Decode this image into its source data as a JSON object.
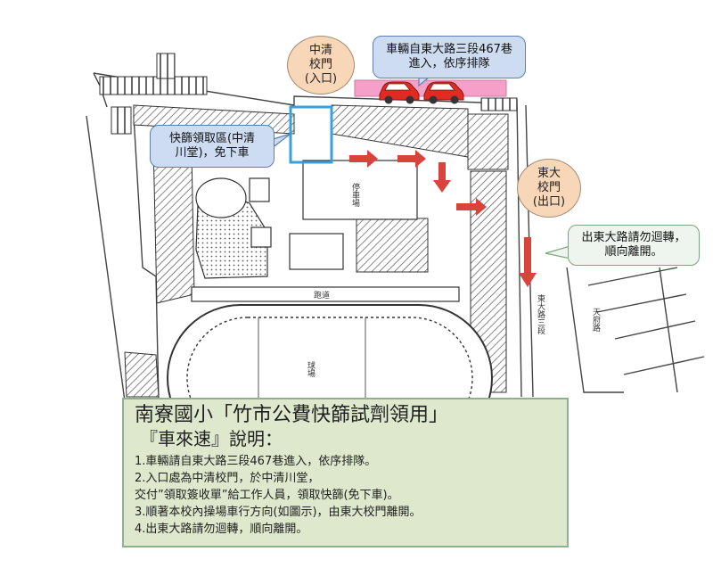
{
  "gates": {
    "zhongqing": "中清\n校門\n(入口)",
    "dongda": "東大\n校門\n(出口)"
  },
  "callouts": {
    "entry": "車輛自東大路三段467巷\n進入，依序排隊",
    "pickup": "快篩領取區(中清\n川堂)，免下車",
    "exit": "出東大路請勿迴轉，\n順向離開。"
  },
  "map_labels": {
    "road_east": "東大路三段",
    "side_road": "天府路",
    "field": "球場",
    "parking": "停車場",
    "track": "跑道"
  },
  "info": {
    "title": "南寮國小「竹市公費快篩試劑領用」",
    "subtitle": "『車來速』說明：",
    "items": [
      "1.車輛請自東大路三段467巷進入，依序排隊。",
      "2.入口處為中清校門，於中清川堂，\n   交付”領取簽收單”給工作人員，領取快篩(免下車)。",
      "3.順著本校內操場車行方向(如圖示)，由東大校門離開。",
      "4.出東大路請勿迴轉，順向離開。"
    ]
  },
  "colors": {
    "arrow": "#d8443c",
    "car": "#e02a22",
    "pickup_box": "#3aa0d8",
    "queue_band": "#f4a0c8",
    "gate_fill": "#f8d6b8",
    "panel_fill": "#dde8cc"
  }
}
